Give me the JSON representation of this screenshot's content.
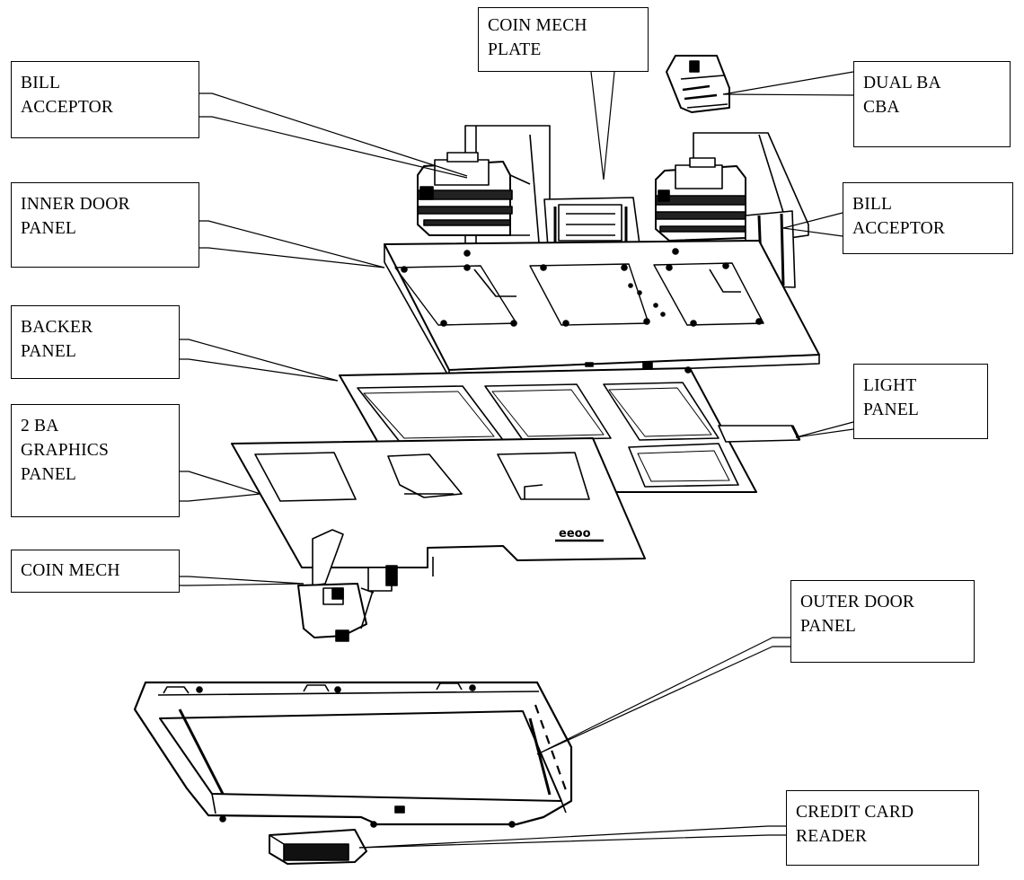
{
  "title": "",
  "callouts": {
    "bill_acceptor_left": [
      "BILL",
      "ACCEPTOR"
    ],
    "coin_mech_plate": [
      "COIN MECH",
      "PLATE"
    ],
    "dual_ba_cba": [
      "DUAL BA",
      "CBA"
    ],
    "inner_door_panel": [
      "INNER DOOR",
      "PANEL"
    ],
    "bill_acceptor_right": [
      "BILL",
      "ACCEPTOR"
    ],
    "backer_panel": [
      "BACKER",
      "PANEL"
    ],
    "light_panel": [
      "LIGHT",
      "PANEL"
    ],
    "graphics_panel": [
      "2 BA",
      "GRAPHICS",
      "PANEL"
    ],
    "coin_mech": [
      "COIN MECH"
    ],
    "outer_door_panel": [
      "OUTER DOOR",
      "PANEL"
    ],
    "credit_card_reader": [
      "CREDIT CARD",
      "READER"
    ]
  },
  "graphics_panel_logo_text": "eeoo",
  "colors": {
    "line": "#000000",
    "background": "#ffffff"
  }
}
